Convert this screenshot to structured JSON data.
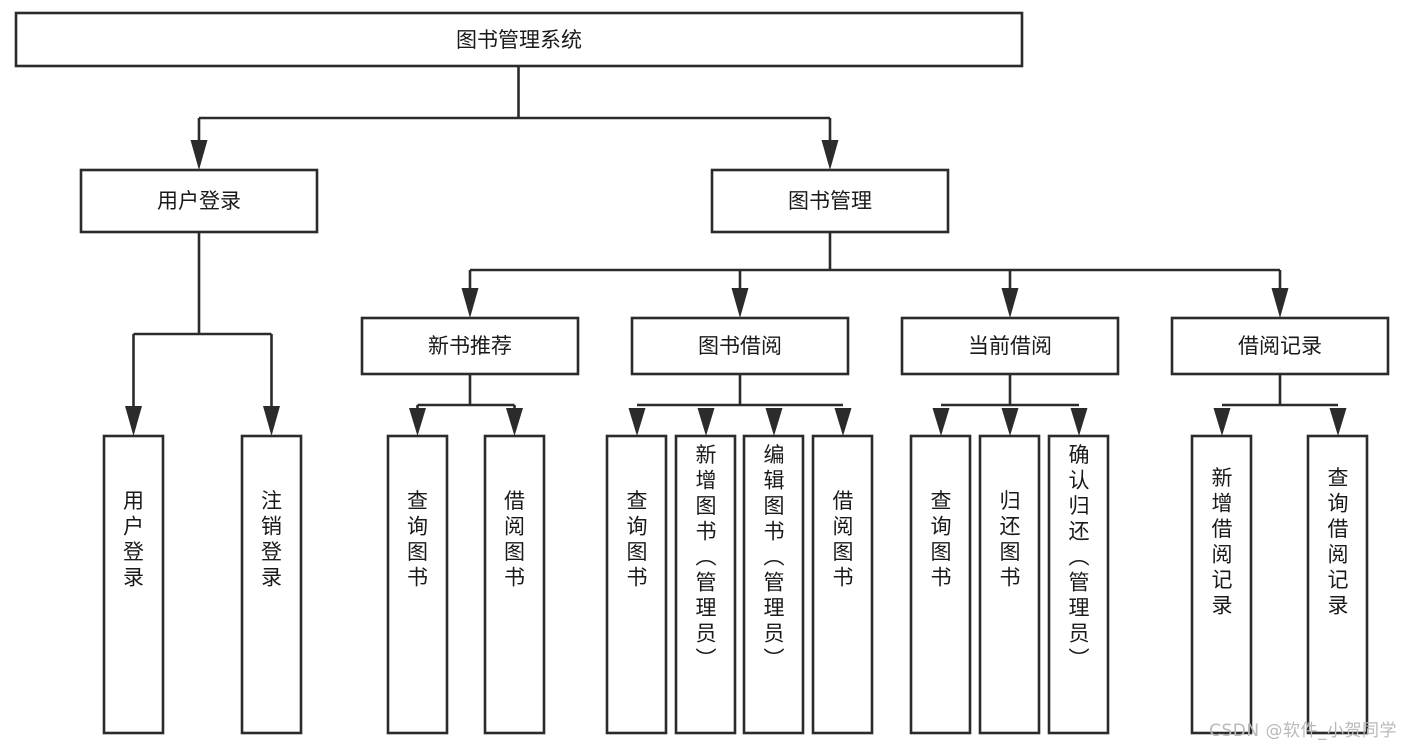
{
  "diagram": {
    "title": "图书管理系统",
    "type": "tree-hierarchy",
    "orientation": "top-down",
    "colors": {
      "stroke": "#2b2b2b",
      "fill": "#ffffff",
      "text": "#1a1a1a",
      "watermark": "#b9b9b9"
    },
    "levels": {
      "root": {
        "label": "图书管理系统"
      },
      "level2": [
        {
          "id": "user-login",
          "label": "用户登录"
        },
        {
          "id": "book-manage",
          "label": "图书管理"
        }
      ],
      "level3": [
        {
          "id": "new-book-recommend",
          "label": "新书推荐",
          "parent": "book-manage"
        },
        {
          "id": "book-borrow",
          "label": "图书借阅",
          "parent": "book-manage"
        },
        {
          "id": "current-borrow",
          "label": "当前借阅",
          "parent": "book-manage"
        },
        {
          "id": "borrow-record",
          "label": "借阅记录",
          "parent": "book-manage"
        }
      ],
      "leaves": [
        {
          "id": "leaf-user-login",
          "label": "用户登录",
          "parent": "user-login"
        },
        {
          "id": "leaf-user-logout",
          "label": "注销登录",
          "parent": "user-login"
        },
        {
          "id": "leaf-query-book-1",
          "label": "查询图书",
          "parent": "new-book-recommend"
        },
        {
          "id": "leaf-borrow-book-1",
          "label": "借阅图书",
          "parent": "new-book-recommend"
        },
        {
          "id": "leaf-query-book-2",
          "label": "查询图书",
          "parent": "book-borrow"
        },
        {
          "id": "leaf-add-book",
          "label": "新增图书（管理员）",
          "parent": "book-borrow"
        },
        {
          "id": "leaf-edit-book",
          "label": "编辑图书（管理员）",
          "parent": "book-borrow"
        },
        {
          "id": "leaf-borrow-book-2",
          "label": "借阅图书",
          "parent": "book-borrow"
        },
        {
          "id": "leaf-query-book-3",
          "label": "查询图书",
          "parent": "current-borrow"
        },
        {
          "id": "leaf-return-book",
          "label": "归还图书",
          "parent": "current-borrow"
        },
        {
          "id": "leaf-confirm-return",
          "label": "确认归还（管理员）",
          "parent": "current-borrow"
        },
        {
          "id": "leaf-add-record",
          "label": "新增借阅记录",
          "parent": "borrow-record"
        },
        {
          "id": "leaf-query-record",
          "label": "查询借阅记录",
          "parent": "borrow-record"
        }
      ]
    }
  },
  "watermark": {
    "text": "CSDN @软件_小贺同学"
  }
}
